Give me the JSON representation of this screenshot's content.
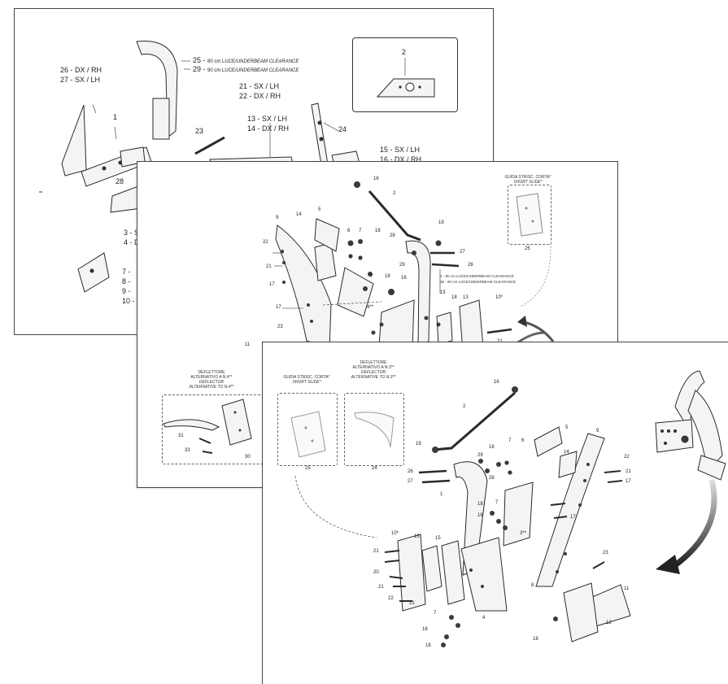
{
  "sheet1": {
    "labels": {
      "l25": "25 - ",
      "l25_small": "80 cm LUCE/",
      "l25_it": "UNDERBEAM CLEARANCE",
      "l29": "29 - ",
      "l29_small": "90 cm LUCE/",
      "l29_it": "UNDERBEAM CLEARANCE",
      "l26": "26 - DX / RH",
      "l27": "27 - SX / LH",
      "l21": "21 - SX / LH",
      "l22": "22 - DX / RH",
      "l13": "13 - SX / LH",
      "l14": "14 - DX / RH",
      "l15": "15 - SX / LH",
      "l16": "16 - DX / RH",
      "l23": "23",
      "l24": "24",
      "l1": "1",
      "l28": "28",
      "l3": "3 - S",
      "l4": "4 - D",
      "l7": "7 -",
      "l8": "8 -",
      "l9": "9 -",
      "l10": "10 -",
      "inset2": "2"
    }
  },
  "sheet2": {
    "inset_caption": "GUIDA STRISC. CORTA*",
    "inset_caption_it": "SHORT SLIDE*",
    "inset_num": "25",
    "deflector_caption": "DEFLETTORE\nALTERNATIVO A N.4**",
    "deflector_caption_it": "DEFLECTOR\nALTERNATIVE TO N.4**",
    "clearance1": "1 - 80 cm LUCE/UNDERBEAM CLEARANCE",
    "clearance2": "35 - 90 cm LUCE/UNDERBEAM CLEARANCE",
    "nums": {
      "n16a": "16",
      "n2": "2",
      "n19": "19",
      "n27": "27",
      "n26": "26",
      "n28": "28",
      "n29": "29",
      "n9": "9",
      "n14": "14",
      "n5": "5",
      "n6": "6",
      "n7a": "7",
      "n18a": "18",
      "n22": "22",
      "n21": "21",
      "n17a": "17",
      "n7b": "7",
      "n18b": "18",
      "n16b": "16",
      "n4": "4**",
      "n17b": "17",
      "n15": "15",
      "n18c": "18",
      "n13": "13",
      "n10": "10*",
      "n23": "23",
      "n11": "11",
      "n31": "31",
      "n33": "33",
      "n30": "30",
      "n21b": "21"
    }
  },
  "sheet3": {
    "inset1_caption": "GUIDA STRISC. CORTA*",
    "inset1_caption_it": "SHORT SLIDE*",
    "inset1_num": "25",
    "inset2_caption": "DEFLETTORE\nALTERNATIVO A N.3**",
    "inset2_caption_it": "DEFLECTOR\nALTERNATIVE TO N.3**",
    "inset2_num": "24",
    "nums": {
      "n16a": "16",
      "n2": "2",
      "n19": "19",
      "n5": "5",
      "n9": "9",
      "n18a": "18",
      "n7a": "7",
      "n6": "6",
      "n14": "14",
      "n22a": "22",
      "n21a": "21",
      "n17a": "17",
      "n29": "29",
      "n26": "26",
      "n27": "27",
      "n28": "28",
      "n1": "1",
      "n18b": "18",
      "n7b": "7",
      "n16b": "16",
      "n3": "3**",
      "n17b": "17",
      "n23": "23",
      "n10": "10*",
      "n13": "13",
      "n15": "15",
      "n8": "8",
      "n11": "11",
      "n21b": "21",
      "n20": "20",
      "n21c": "21",
      "n22b": "22",
      "n21d": "21",
      "n4": "4",
      "n7c": "7",
      "n18c": "18",
      "n18d": "18",
      "n12": "12",
      "n18e": "18"
    }
  },
  "colors": {
    "line": "#2a2a2a",
    "part_fill": "#f4f4f4",
    "part_dark": "#3a3a3a",
    "arrow_dark": "#222222",
    "arrow_light": "#d8d8d8"
  }
}
